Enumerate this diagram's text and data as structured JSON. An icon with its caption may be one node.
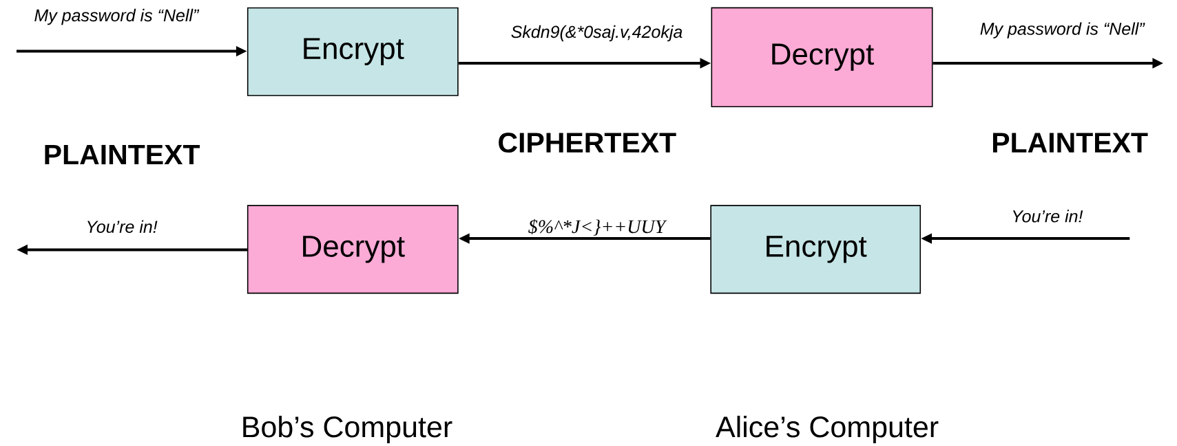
{
  "diagram": {
    "nodes": [
      {
        "text": [
          "Encrypt"
        ]
      },
      {
        "text": [
          "Decrypt"
        ]
      },
      {
        "text": [
          "Decrypt"
        ]
      },
      {
        "text": [
          "Encrypt"
        ]
      }
    ],
    "edges": [
      {
        "from": null,
        "to": 0,
        "arrow": "to",
        "label": "My password is “Nell”"
      },
      {
        "from": 0,
        "to": 1,
        "arrow": "to",
        "label": "Skdn9(&*0saj.v,42okja"
      },
      {
        "from": 1,
        "to": null,
        "arrow": "to",
        "label": "My password is “Nell”"
      },
      {
        "from": null,
        "to": 3,
        "arrow": "to",
        "label": "You’re in!"
      },
      {
        "from": 3,
        "to": 2,
        "arrow": "to",
        "label": "$%^*J<}++UUY"
      },
      {
        "from": 2,
        "to": null,
        "arrow": "to",
        "label": "You’re in!"
      }
    ],
    "labels": [
      "PLAINTEXT",
      "CIPHERTEXT",
      "PLAINTEXT",
      "Bob’s Computer",
      "Alice’s Computer"
    ]
  }
}
